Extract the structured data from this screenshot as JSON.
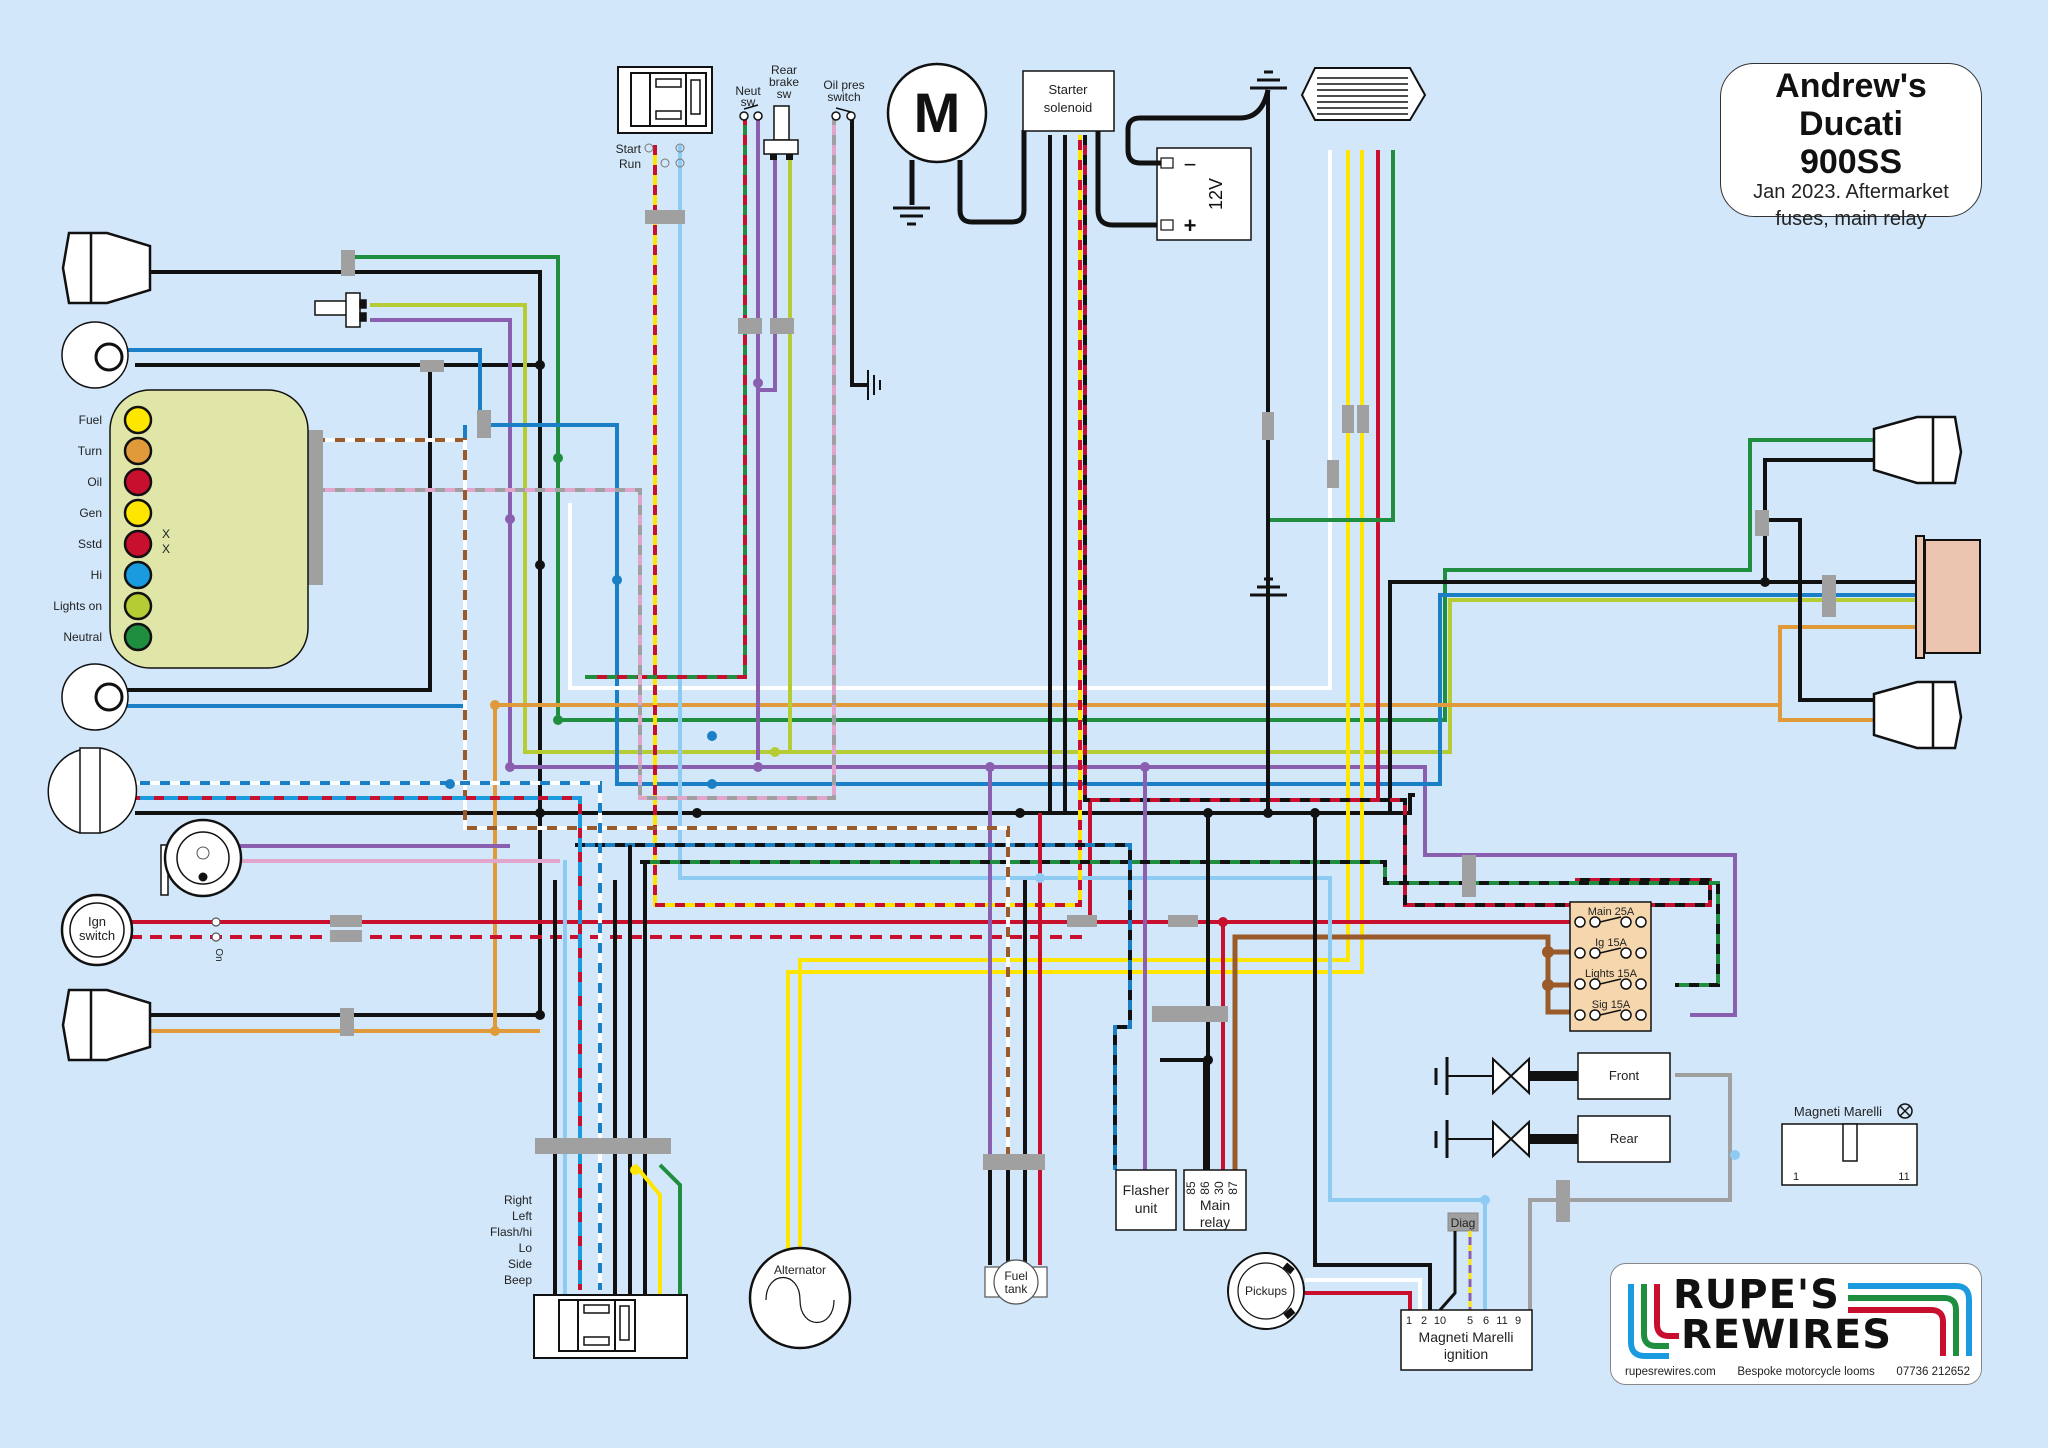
{
  "title": {
    "line1": "Andrew's",
    "line2": "Ducati",
    "line3": "900SS",
    "subtitle1": "Jan 2023. Aftermarket",
    "subtitle2": "fuses, main relay"
  },
  "logo": {
    "line1": "RUPE'S",
    "line2": "REWIRES",
    "website": "rupesrewires.com",
    "tagline": "Bespoke motorcycle looms",
    "phone": "07736 212652"
  },
  "warning_lights": {
    "labels": [
      "Fuel",
      "Turn",
      "Oil",
      "Gen",
      "Sstd",
      "Hi",
      "Lights on",
      "Neutral"
    ],
    "colors": [
      "#ffe600",
      "#e09a3a",
      "#c8102e",
      "#ffe600",
      "#c8102e",
      "#1a9be0",
      "#b5cc35",
      "#1f8f3f"
    ],
    "unused_marks": [
      "X",
      "X"
    ]
  },
  "components": {
    "motor": "M",
    "starter_solenoid": [
      "Starter",
      "solenoid"
    ],
    "battery": "12V",
    "battery_minus": "−",
    "battery_plus": "+",
    "right_switch": {
      "start": "Start",
      "run": "Run"
    },
    "neut_sw": [
      "Neut",
      "sw"
    ],
    "rear_brake_sw": [
      "Rear",
      "brake",
      "sw"
    ],
    "oil_pres_switch": [
      "Oil pres",
      "switch"
    ],
    "ign_switch": [
      "Ign",
      "switch"
    ],
    "ign_on": "On",
    "left_switch_labels": [
      "Right",
      "Left",
      "Flash/hi",
      "Lo",
      "Side",
      "Beep"
    ],
    "alternator": "Alternator",
    "fuel_tank": [
      "Fuel",
      "tank"
    ],
    "flasher_unit": [
      "Flasher",
      "unit"
    ],
    "main_relay": [
      "Main",
      "relay"
    ],
    "main_relay_pins": [
      "85",
      "86",
      "30",
      "87"
    ],
    "pickups": "Pickups",
    "diag": "Diag",
    "ignition_unit": [
      "Magneti Marelli",
      "ignition"
    ],
    "ignition_pins": [
      "1",
      "2",
      "10",
      "5",
      "6",
      "11",
      "9"
    ],
    "coils": [
      "Front",
      "Rear"
    ],
    "connector_title": "Magneti Marelli",
    "connector_pin_left": "1",
    "connector_pin_right": "11"
  },
  "fuses": [
    {
      "label": "Main 25A"
    },
    {
      "label": "Ig 15A"
    },
    {
      "label": "Lights 15A"
    },
    {
      "label": "Sig 15A"
    }
  ],
  "wire_colors": {
    "black": "#111111",
    "red": "#c8102e",
    "yellow": "#ffe600",
    "green": "#1f8f3f",
    "blue": "#1a7fc4",
    "lightblue": "#8ecbf2",
    "purple": "#8a5fb0",
    "orange": "#e09a3a",
    "brown": "#9a5a2a",
    "white": "#ffffff",
    "grey": "#a0a0a0",
    "pink": "#e2a6cc",
    "lime": "#b5cc35"
  }
}
